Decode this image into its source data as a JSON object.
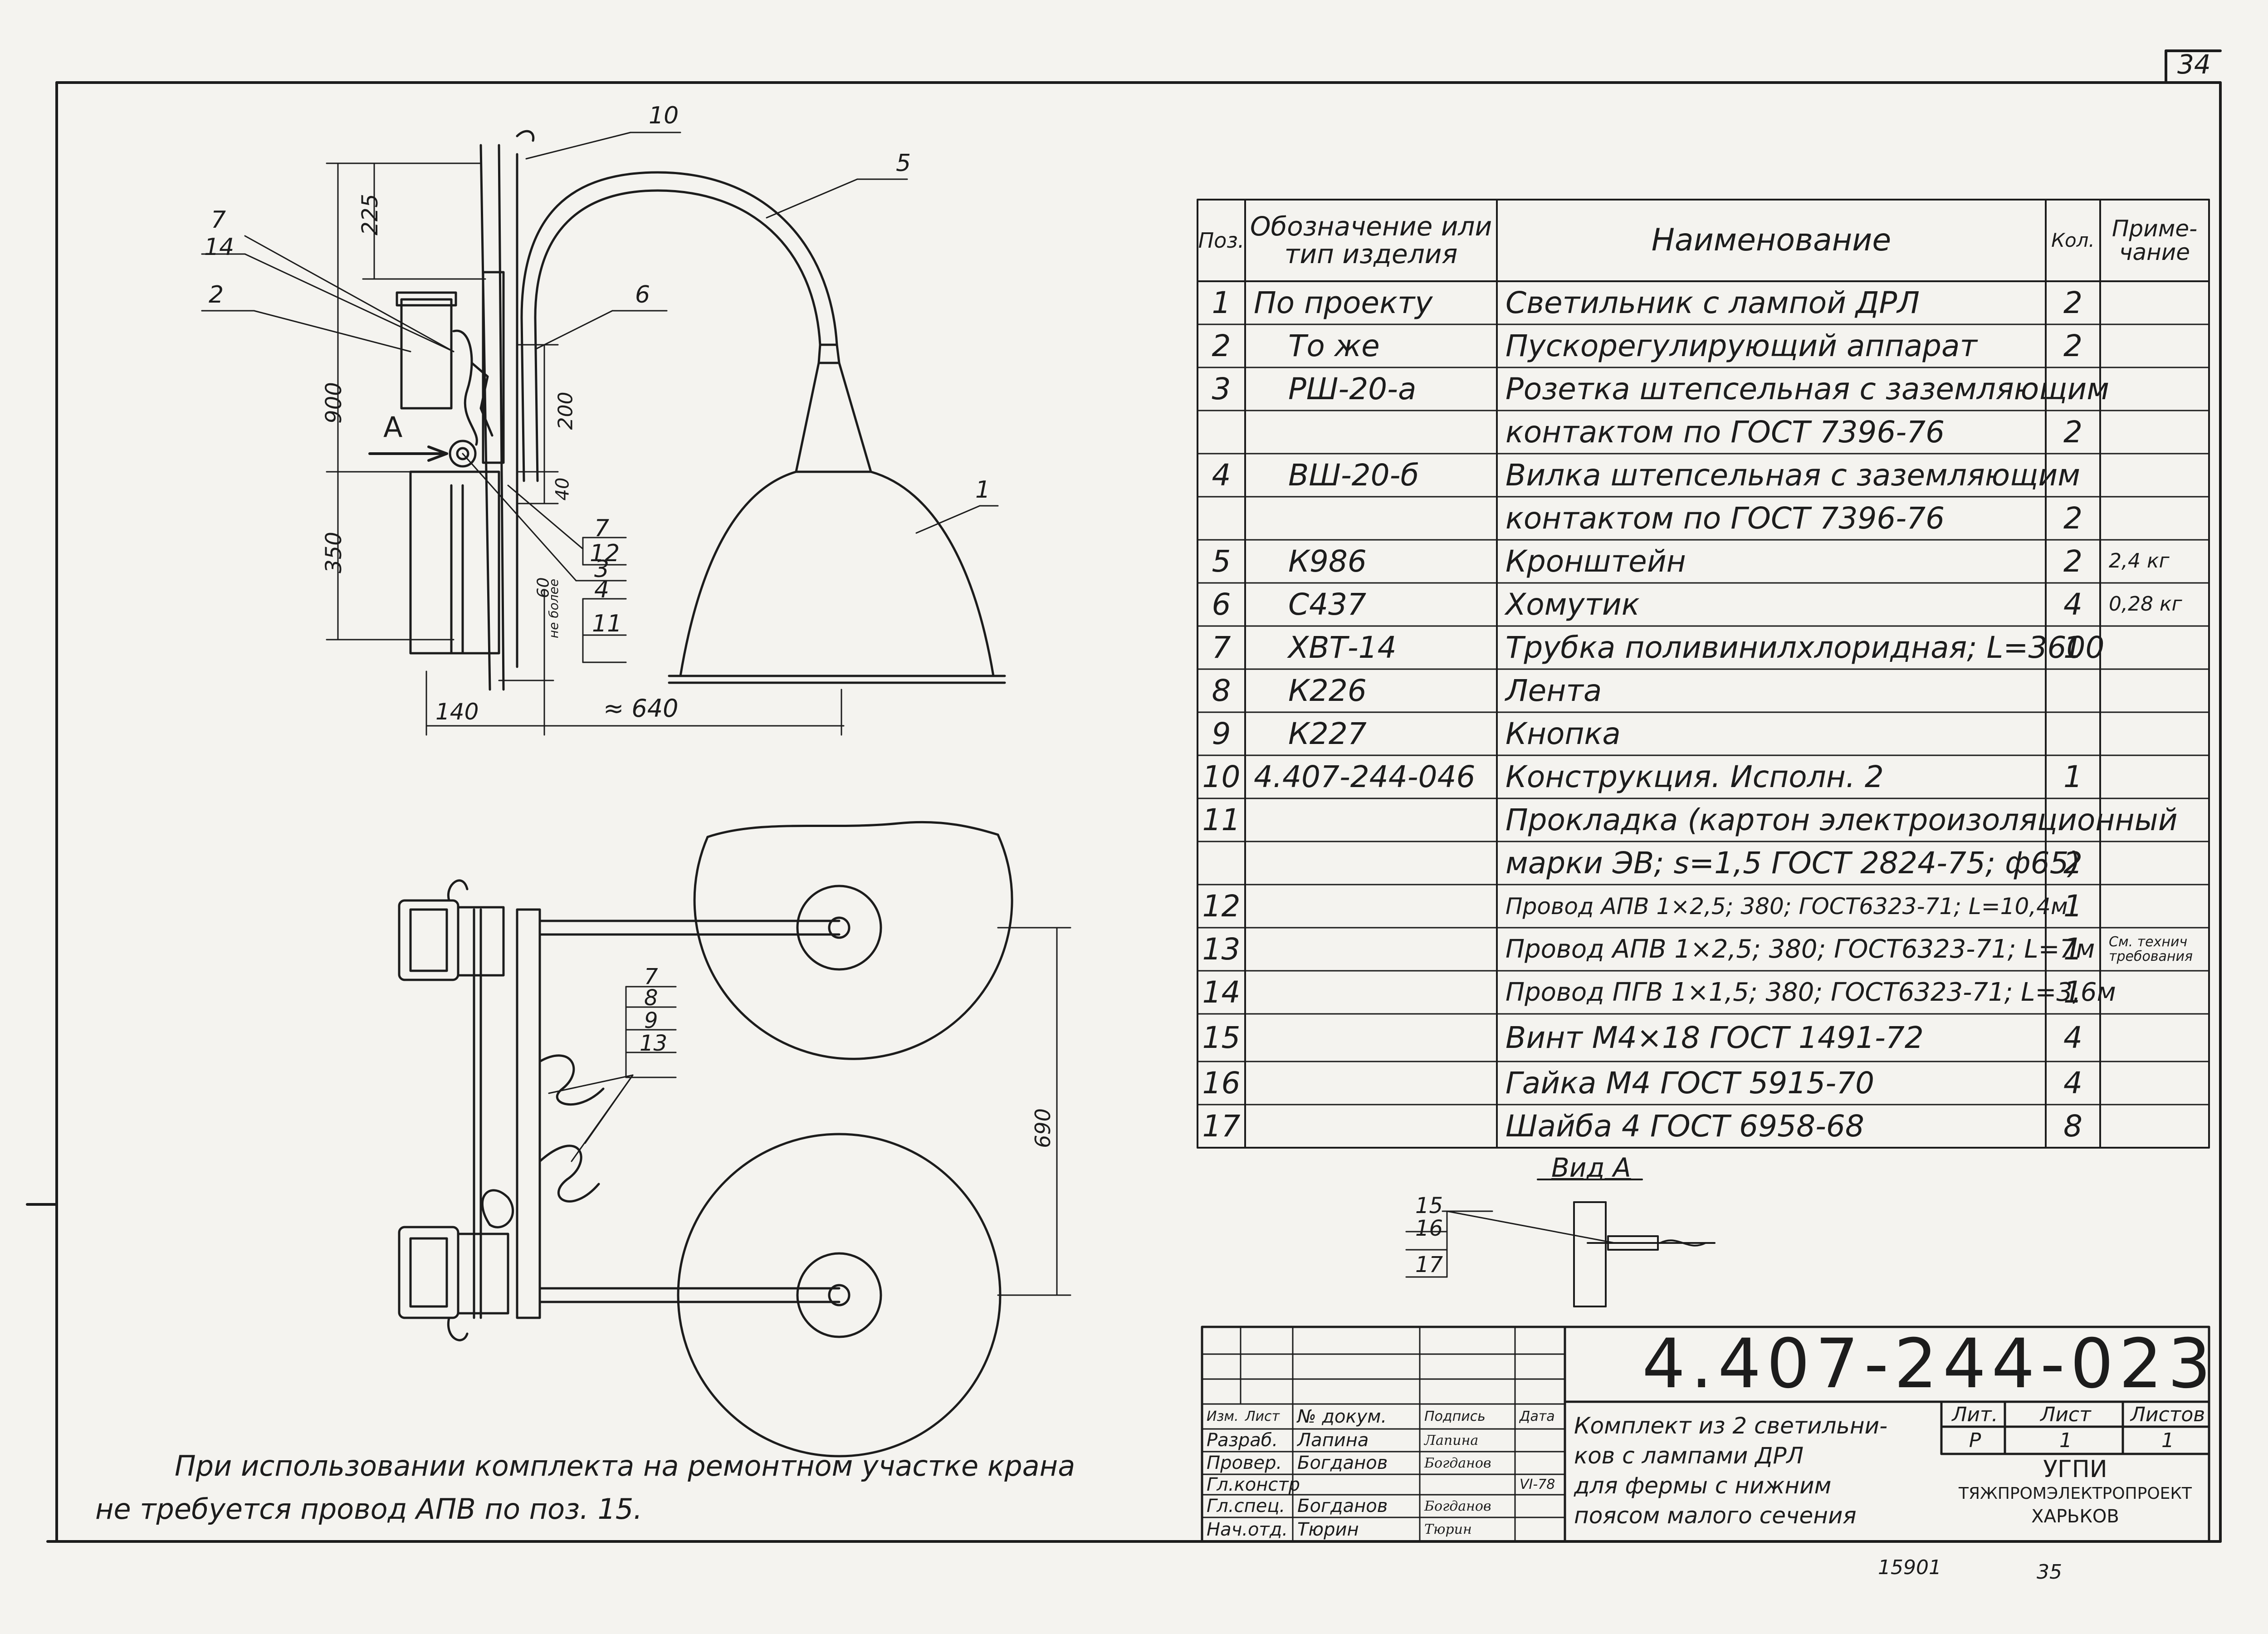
{
  "sheet_number": "34",
  "drawing": {
    "callouts": {
      "c10": "10",
      "c5": "5",
      "c6": "6",
      "c7": "7",
      "c14": "14",
      "c2": "2",
      "c1": "1",
      "c3": "3",
      "c7b": "7",
      "c12": "12",
      "c4": "4",
      "c11": "11",
      "plan_7": "7",
      "plan_8": "8",
      "plan_9": "9",
      "plan_13": "13"
    },
    "dims": {
      "d225": "225",
      "d900": "900",
      "d200": "200",
      "d40": "40",
      "d350": "350",
      "d60": "60",
      "not_more": "не более",
      "d140": "140",
      "d640": "≈ 640",
      "d690": "690"
    },
    "view_arrow": "А",
    "view_a": {
      "title": "Вид А",
      "c15": "15",
      "c16": "16",
      "c17": "17"
    }
  },
  "note": {
    "line1": "При использовании комплекта на ремонтном участке крана",
    "line2": "не требуется провод АПВ по поз. 15."
  },
  "spec_table": {
    "headers": {
      "pos": "Поз.",
      "designation": "Обозначение или тип изделия",
      "name": "Наименование",
      "qty": "Кол.",
      "note": "Приме- чание"
    },
    "rows": [
      {
        "pos": "1",
        "designation": "По проекту",
        "name": "Светильник с лампой ДРЛ",
        "qty": "2",
        "note": ""
      },
      {
        "pos": "2",
        "designation": "То же",
        "name": "Пускорегулирующий аппарат",
        "qty": "2",
        "note": ""
      },
      {
        "pos": "3",
        "designation": "РШ-20-а",
        "name": "Розетка штепсельная с заземляющим",
        "qty": "",
        "note": ""
      },
      {
        "pos": "",
        "designation": "",
        "name": "контактом по ГОСТ 7396-76",
        "qty": "2",
        "note": ""
      },
      {
        "pos": "4",
        "designation": "ВШ-20-б",
        "name": "Вилка штепсельная с заземляющим",
        "qty": "",
        "note": ""
      },
      {
        "pos": "",
        "designation": "",
        "name": "контактом по ГОСТ 7396-76",
        "qty": "2",
        "note": ""
      },
      {
        "pos": "5",
        "designation": "К986",
        "name": "Кронштейн",
        "qty": "2",
        "note": "2,4 кг"
      },
      {
        "pos": "6",
        "designation": "С437",
        "name": "Хомутик",
        "qty": "4",
        "note": "0,28 кг"
      },
      {
        "pos": "7",
        "designation": "ХВТ-14",
        "name": "Трубка поливинилхлоридная; L=3600",
        "qty": "1",
        "note": ""
      },
      {
        "pos": "8",
        "designation": "К226",
        "name": "Лента",
        "qty": "",
        "note": ""
      },
      {
        "pos": "9",
        "designation": "К227",
        "name": "Кнопка",
        "qty": "",
        "note": ""
      },
      {
        "pos": "10",
        "designation": "4.407-244-046",
        "name": "Конструкция. Исполн. 2",
        "qty": "1",
        "note": ""
      },
      {
        "pos": "11",
        "designation": "",
        "name": "Прокладка (картон электроизоляционный",
        "qty": "",
        "note": ""
      },
      {
        "pos": "",
        "designation": "",
        "name": "марки ЭВ; s=1,5 ГОСТ 2824-75; ф65)",
        "qty": "2",
        "note": ""
      },
      {
        "pos": "12",
        "designation": "",
        "name": "Провод АПВ 1×2,5; 380; ГОСТ6323-71; L=10,4м",
        "qty": "1",
        "note": ""
      },
      {
        "pos": "13",
        "designation": "",
        "name": "Провод АПВ 1×2,5; 380; ГОСТ6323-71; L=7м",
        "qty": "1",
        "note": "См. технич требования"
      },
      {
        "pos": "14",
        "designation": "",
        "name": "Провод ПГВ 1×1,5; 380; ГОСТ6323-71; L=3,6м",
        "qty": "1",
        "note": ""
      },
      {
        "pos": "15",
        "designation": "",
        "name": "Винт М4×18 ГОСТ 1491-72",
        "qty": "4",
        "note": ""
      },
      {
        "pos": "16",
        "designation": "",
        "name": "Гайка М4 ГОСТ 5915-70",
        "qty": "4",
        "note": ""
      },
      {
        "pos": "17",
        "designation": "",
        "name": "Шайба 4 ГОСТ 6958-68",
        "qty": "8",
        "note": ""
      }
    ]
  },
  "title_block": {
    "doc_number": "4.407-244-023",
    "headers": {
      "izm": "Изм.",
      "list": "Лист",
      "doc": "№ докум.",
      "sign": "Подпись",
      "date": "Дата"
    },
    "people": [
      {
        "role": "Разраб.",
        "name": "Лапина",
        "sign": "Лапина"
      },
      {
        "role": "Провер.",
        "name": "Богданов",
        "sign": "Богданов"
      },
      {
        "role": "Гл.констр",
        "name": "",
        "sign": ""
      },
      {
        "role": "Гл.спец.",
        "name": "Богданов",
        "sign": "Богданов"
      },
      {
        "role": "Нач.отд.",
        "name": "Тюрин",
        "sign": "Тюрин"
      }
    ],
    "date": "VI-78",
    "description": [
      "Комплект из 2 светильни-",
      "ков с лампами ДРЛ",
      "для фермы с нижним",
      "поясом малого сечения"
    ],
    "lit_label": "Лит.",
    "lit": "Р",
    "sheet_label": "Лист",
    "sheet": "1",
    "sheets_label": "Листов",
    "sheets": "1",
    "org": [
      "УГПИ",
      "ТЯЖПРОМЭЛЕКТРОПРОЕКТ",
      "ХАРЬКОВ"
    ]
  },
  "margin_notes": {
    "archive": "15901",
    "page": "35"
  }
}
